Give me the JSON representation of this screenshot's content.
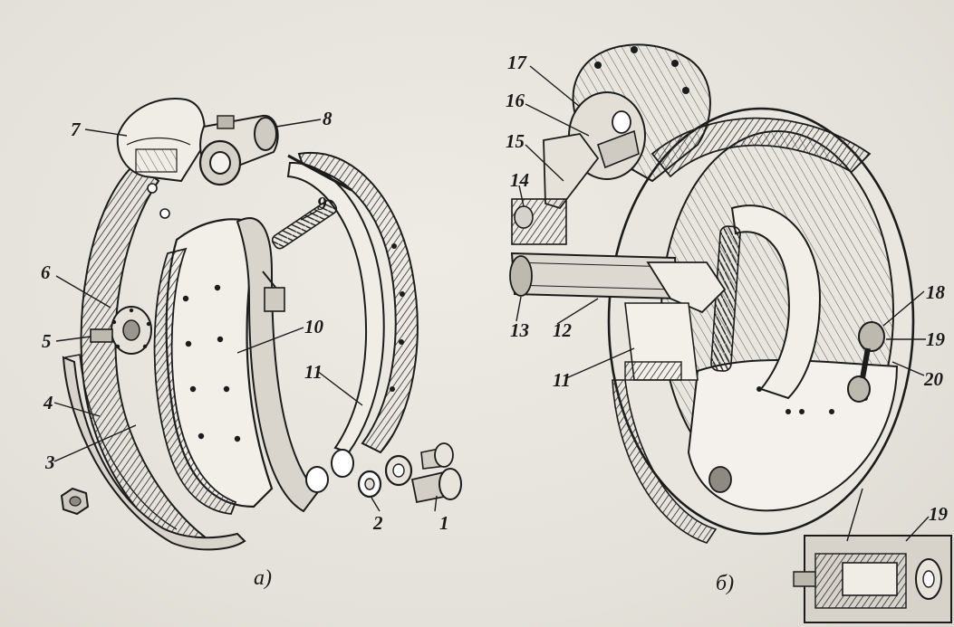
{
  "figure": {
    "caption_left": "а)",
    "caption_right": "б)",
    "callouts": {
      "n1": "1",
      "n2": "2",
      "n3": "3",
      "n4": "4",
      "n5": "5",
      "n6": "6",
      "n7": "7",
      "n8": "8",
      "n9": "9",
      "n10": "10",
      "n11": "11",
      "n11b": "11",
      "n12": "12",
      "n13": "13",
      "n14": "14",
      "n15": "15",
      "n16": "16",
      "n17": "17",
      "n18": "18",
      "n19": "19",
      "n19b": "19",
      "n20": "20"
    }
  }
}
